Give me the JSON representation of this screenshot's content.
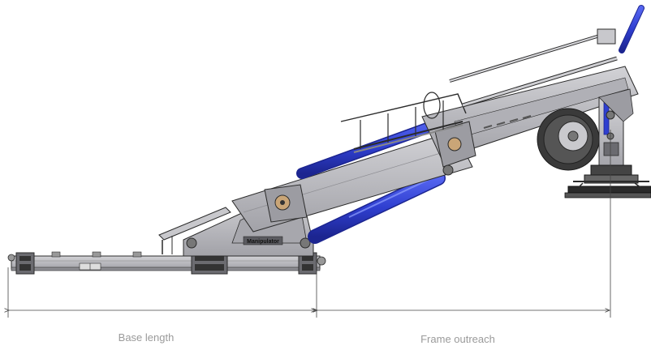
{
  "dimensions": {
    "base_length": "Base length",
    "frame_outreach": "Frame outreach"
  },
  "machine": {
    "badge_text": "Manipulator"
  },
  "colors": {
    "frame": "#b9b9bd",
    "frame_dark": "#8e8e93",
    "outline": "#2b2b2b",
    "hydraulic": "#2f3fd0",
    "hydraulic_dark": "#1c2590",
    "tyre": "#3a3a3a",
    "dimension_line": "#444444"
  }
}
